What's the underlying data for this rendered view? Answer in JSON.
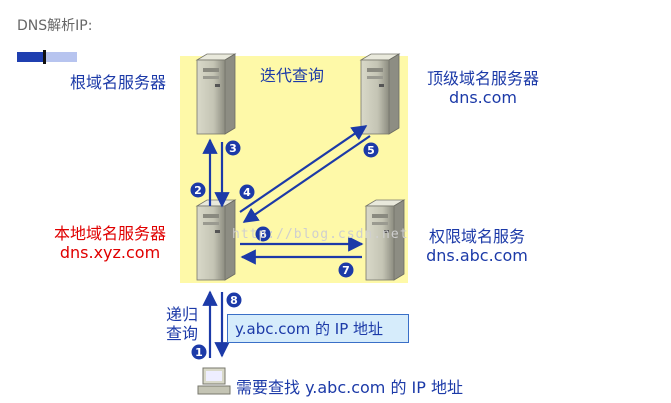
{
  "caption": "DNS解析IP:",
  "watermark": "http://blog.csdn.net",
  "servers": {
    "root": {
      "label": "根域名服务器"
    },
    "top_level": {
      "label": "顶级域名服务器",
      "domain": "dns.com"
    },
    "local": {
      "label": "本地域名服务器",
      "domain": "dns.xyz.com"
    },
    "authoritative": {
      "label": "权限域名服务",
      "domain": "dns.abc.com"
    }
  },
  "iterative_query_label": "迭代查询",
  "recursive_query_label": [
    "递归",
    "查询"
  ],
  "answer": "y.abc.com 的 IP 地址",
  "client_label": "需要查找 y.abc.com 的 IP 地址",
  "steps": [
    "1",
    "2",
    "3",
    "4",
    "5",
    "6",
    "7",
    "8"
  ],
  "colors": {
    "arrow": "#1c3aa8",
    "highlight": "#fef9a8",
    "local_label": "#e00000"
  }
}
